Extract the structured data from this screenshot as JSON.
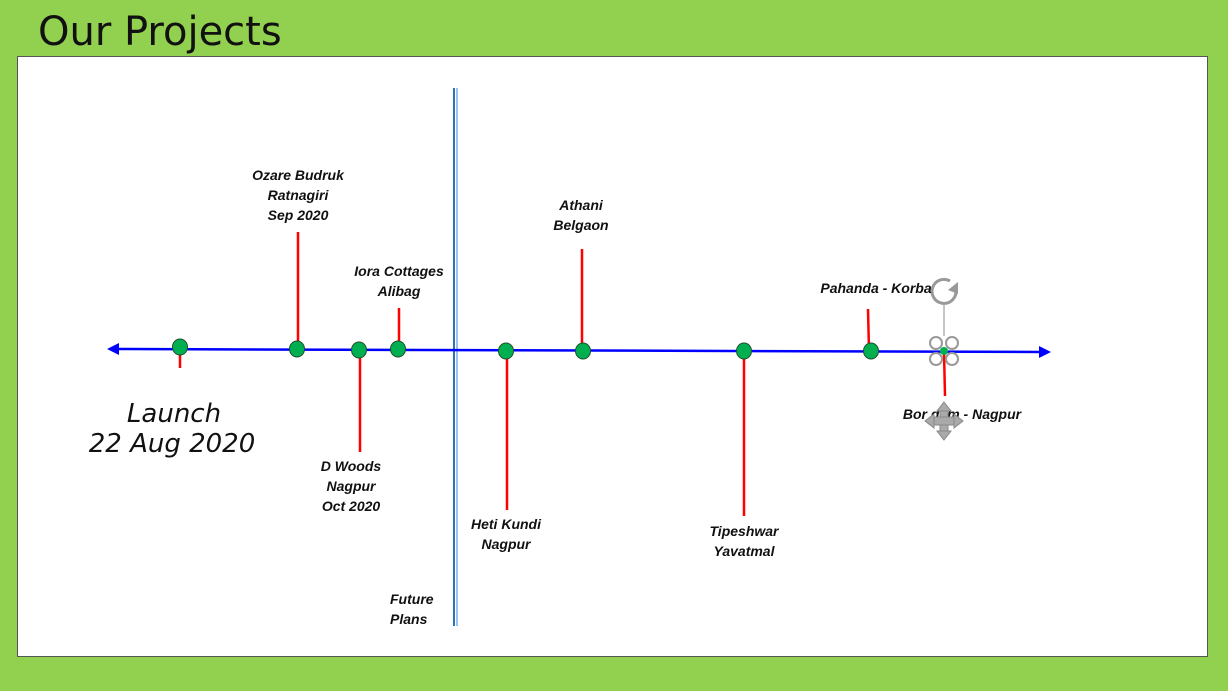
{
  "slide": {
    "title": "Our Projects"
  },
  "timeline": {
    "launch": {
      "line1": "Launch",
      "line2": "22 Aug 2020"
    },
    "divider_label": {
      "line1": "Future",
      "line2": "Plans"
    },
    "events": [
      {
        "id": "ozare",
        "label": [
          "Ozare Budruk",
          "Ratnagiri",
          "Sep 2020"
        ]
      },
      {
        "id": "dwoods",
        "label": [
          "D Woods",
          "Nagpur",
          "Oct 2020"
        ]
      },
      {
        "id": "iora",
        "label": [
          "Iora Cottages",
          "Alibag"
        ]
      },
      {
        "id": "hetikundi",
        "label": [
          "Heti Kundi",
          "Nagpur"
        ]
      },
      {
        "id": "athani",
        "label": [
          "Athani",
          "Belgaon"
        ]
      },
      {
        "id": "tipeshwar",
        "label": [
          "Tipeshwar",
          "Yavatmal"
        ]
      },
      {
        "id": "pahanda",
        "label": [
          "Pahanda - Korba"
        ]
      },
      {
        "id": "bordam",
        "label": [
          "Bor dam -  Nagpur"
        ]
      }
    ]
  },
  "colors": {
    "background": "#92d050",
    "axis": "#0000ff",
    "marker": "#00b050",
    "connector": "#ff0000",
    "divider": "#2e75b6"
  }
}
